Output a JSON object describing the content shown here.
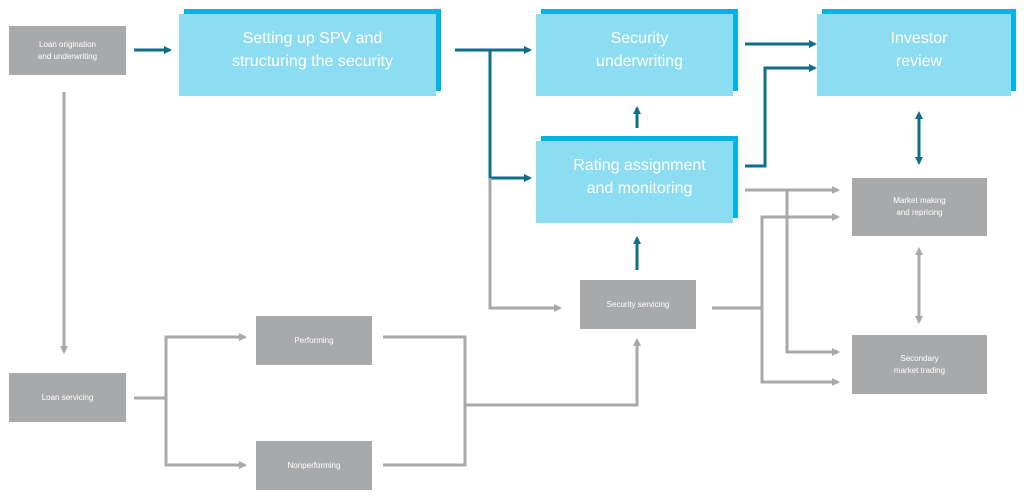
{
  "nodes": {
    "loan_origination": "Loan origination\nand underwriting",
    "spv": "Setting up SPV and\nstructuring the security",
    "security_underwriting": "Security\nunderwriting",
    "investor_review": "Investor\nreview",
    "rating": "Rating assignment\nand monitoring",
    "market_making": "Market making\nand repricing",
    "security_servicing": "Security servicing",
    "performing": "Performing",
    "loan_servicing": "Loan servicing",
    "secondary_trading": "Secondary\nmarket trading",
    "nonperforming": "Nonperforming"
  },
  "colors": {
    "blue_box": "#00b4e1",
    "blue_shadow": "#8cdcf2",
    "grey_box": "#a8a9ab",
    "blue_arrow": "#0f6e8c",
    "grey_arrow": "#a8a9ab"
  }
}
